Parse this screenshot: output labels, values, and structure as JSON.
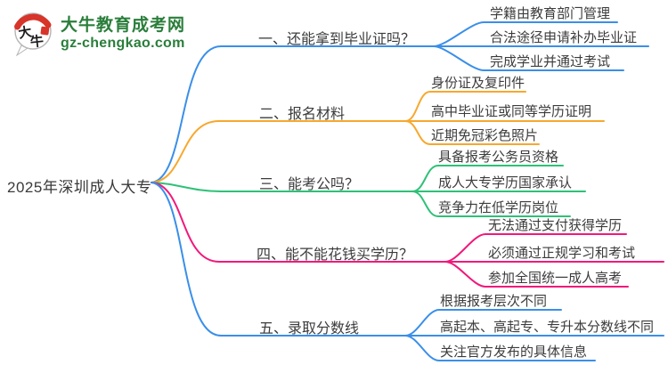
{
  "logo": {
    "site_name": "大牛教育成考网",
    "site_url": "gz-chengkao.com",
    "icon_char_top": "大",
    "icon_char_bottom": "牛"
  },
  "root": {
    "title": "2025年深圳成人大专"
  },
  "branches": [
    {
      "label": "一、还能拿到毕业证吗？",
      "color": "#3a8fe9",
      "leaves": [
        "学籍由教育部门管理",
        "合法途径申请补办毕业证",
        "完成学业并通过考试"
      ]
    },
    {
      "label": "二、报名材料",
      "color": "#f7a82d",
      "leaves": [
        "身份证及复印件",
        "高中毕业证或同等学历证明",
        "近期免冠彩色照片"
      ]
    },
    {
      "label": "三、能考公吗？",
      "color": "#2ec177",
      "leaves": [
        "具备报考公务员资格",
        "成人大专学历国家承认",
        "竞争力在低学历岗位"
      ]
    },
    {
      "label": "四、能不能花钱买学历？",
      "color": "#f1197b",
      "leaves": [
        "无法通过支付获得学历",
        "必须通过正规学习和考试",
        "参加全国统一成人高考"
      ]
    },
    {
      "label": "五、录取分数线",
      "color": "#3a8fe9",
      "leaves": [
        "根据报考层次不同",
        "高起本、高起专、专升本分数线不同",
        "关注官方发布的具体信息"
      ]
    }
  ],
  "colors": {
    "branch_blue": "#3a8fe9",
    "branch_orange": "#f7a82d",
    "branch_green": "#2ec177",
    "branch_pink": "#f1197b",
    "logo_green": "#2a7e3b",
    "logo_red": "#d7342a",
    "text": "#3c3c3c",
    "background": "#ffffff"
  }
}
